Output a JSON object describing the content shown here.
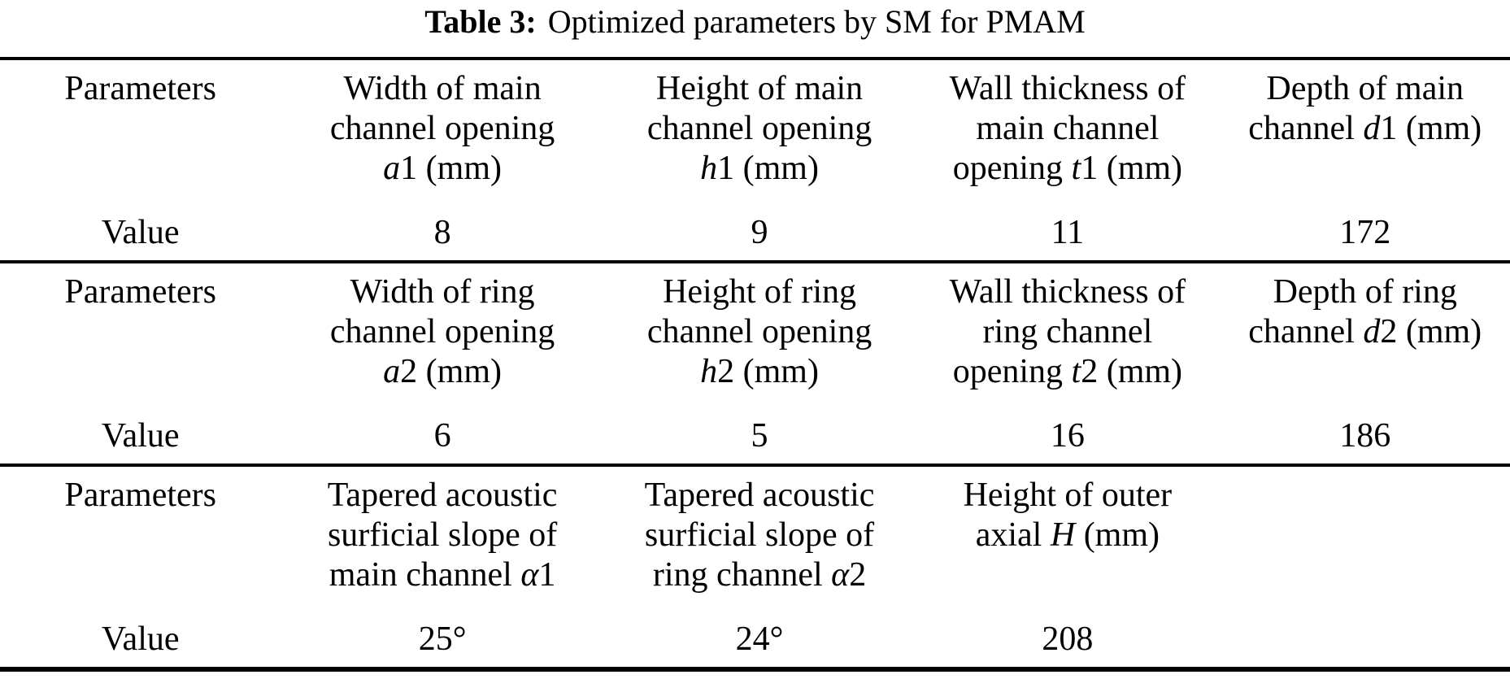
{
  "title": {
    "label": "Table 3:",
    "text": "Optimized parameters by SM for PMAM"
  },
  "colors": {
    "text": "#000000",
    "background": "#ffffff",
    "rule": "#000000"
  },
  "table": {
    "param_row_label": "Parameters",
    "value_row_label": "Value",
    "sections": [
      {
        "columns": [
          {
            "header_lines": [
              [
                "Width of main"
              ],
              [
                "channel opening"
              ],
              [
                {
                  "i": "a"
                },
                "1 (mm)"
              ]
            ],
            "value": "8"
          },
          {
            "header_lines": [
              [
                "Height of main"
              ],
              [
                "channel opening"
              ],
              [
                {
                  "i": "h"
                },
                "1 (mm)"
              ]
            ],
            "value": "9"
          },
          {
            "header_lines": [
              [
                "Wall thickness of"
              ],
              [
                "main channel"
              ],
              [
                "opening ",
                {
                  "i": "t"
                },
                "1 (mm)"
              ]
            ],
            "value": "11"
          },
          {
            "header_lines": [
              [
                "Depth of main"
              ],
              [
                "channel ",
                {
                  "i": "d"
                },
                "1 (mm)"
              ]
            ],
            "value": "172"
          }
        ]
      },
      {
        "columns": [
          {
            "header_lines": [
              [
                "Width of ring"
              ],
              [
                "channel opening"
              ],
              [
                {
                  "i": "a"
                },
                "2 (mm)"
              ]
            ],
            "value": "6"
          },
          {
            "header_lines": [
              [
                "Height of ring"
              ],
              [
                "channel opening"
              ],
              [
                {
                  "i": "h"
                },
                "2 (mm)"
              ]
            ],
            "value": "5"
          },
          {
            "header_lines": [
              [
                "Wall thickness of"
              ],
              [
                "ring channel"
              ],
              [
                "opening ",
                {
                  "i": "t"
                },
                "2 (mm)"
              ]
            ],
            "value": "16"
          },
          {
            "header_lines": [
              [
                "Depth of ring"
              ],
              [
                "channel ",
                {
                  "i": "d"
                },
                "2 (mm)"
              ]
            ],
            "value": "186"
          }
        ]
      },
      {
        "columns": [
          {
            "header_lines": [
              [
                "Tapered acoustic"
              ],
              [
                "surficial slope of"
              ],
              [
                "main channel ",
                {
                  "i": "α"
                },
                "1"
              ]
            ],
            "value": "25°"
          },
          {
            "header_lines": [
              [
                "Tapered acoustic"
              ],
              [
                "surficial slope of"
              ],
              [
                "ring channel ",
                {
                  "i": "α"
                },
                "2"
              ]
            ],
            "value": "24°"
          },
          {
            "header_lines": [
              [
                "Height of outer"
              ],
              [
                "axial ",
                {
                  "i": "H"
                },
                " (mm)"
              ]
            ],
            "value": "208"
          },
          {
            "header_lines": [],
            "value": ""
          }
        ]
      }
    ]
  }
}
